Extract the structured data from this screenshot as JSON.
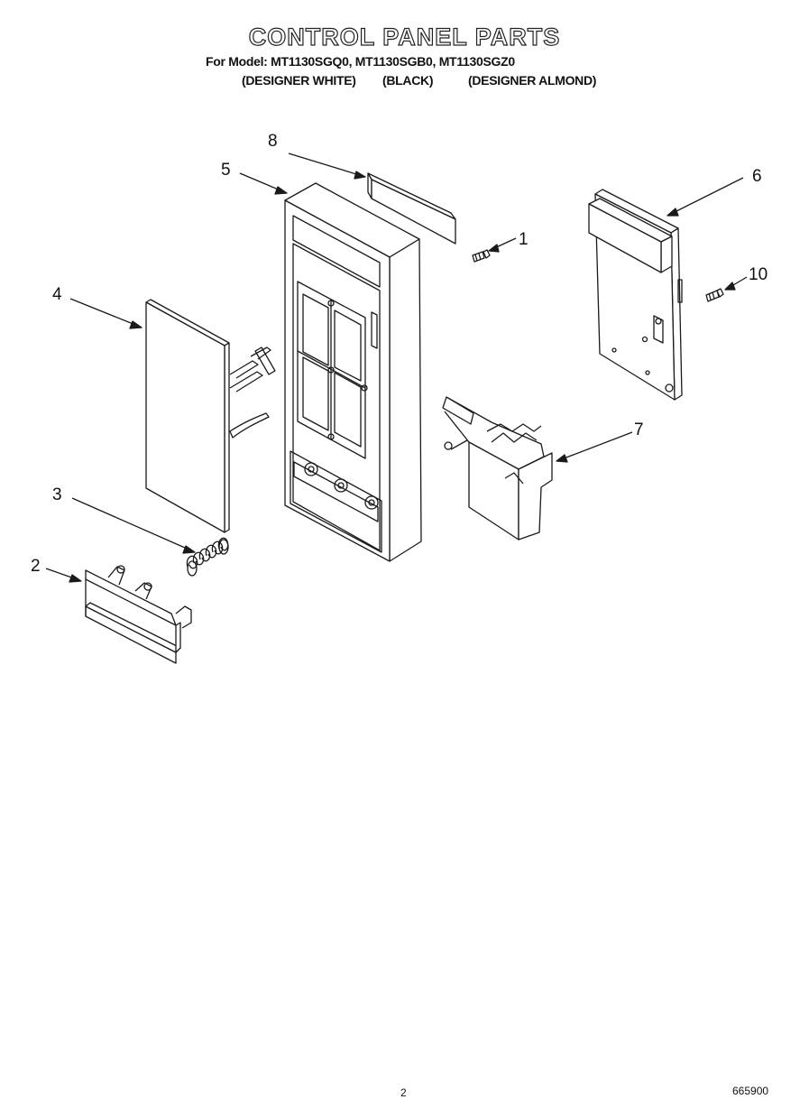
{
  "header": {
    "title": "CONTROL PANEL PARTS",
    "models_line": "For Model: MT1130SGQ0, MT1130SGB0, MT1130SGZ0",
    "variants": [
      "(DESIGNER WHITE)",
      "(BLACK)",
      "(DESIGNER ALMOND)"
    ]
  },
  "callouts": [
    "1",
    "2",
    "3",
    "4",
    "5",
    "6",
    "7",
    "8",
    "10"
  ],
  "footer": {
    "page_number": "2",
    "doc_number": "665900"
  }
}
